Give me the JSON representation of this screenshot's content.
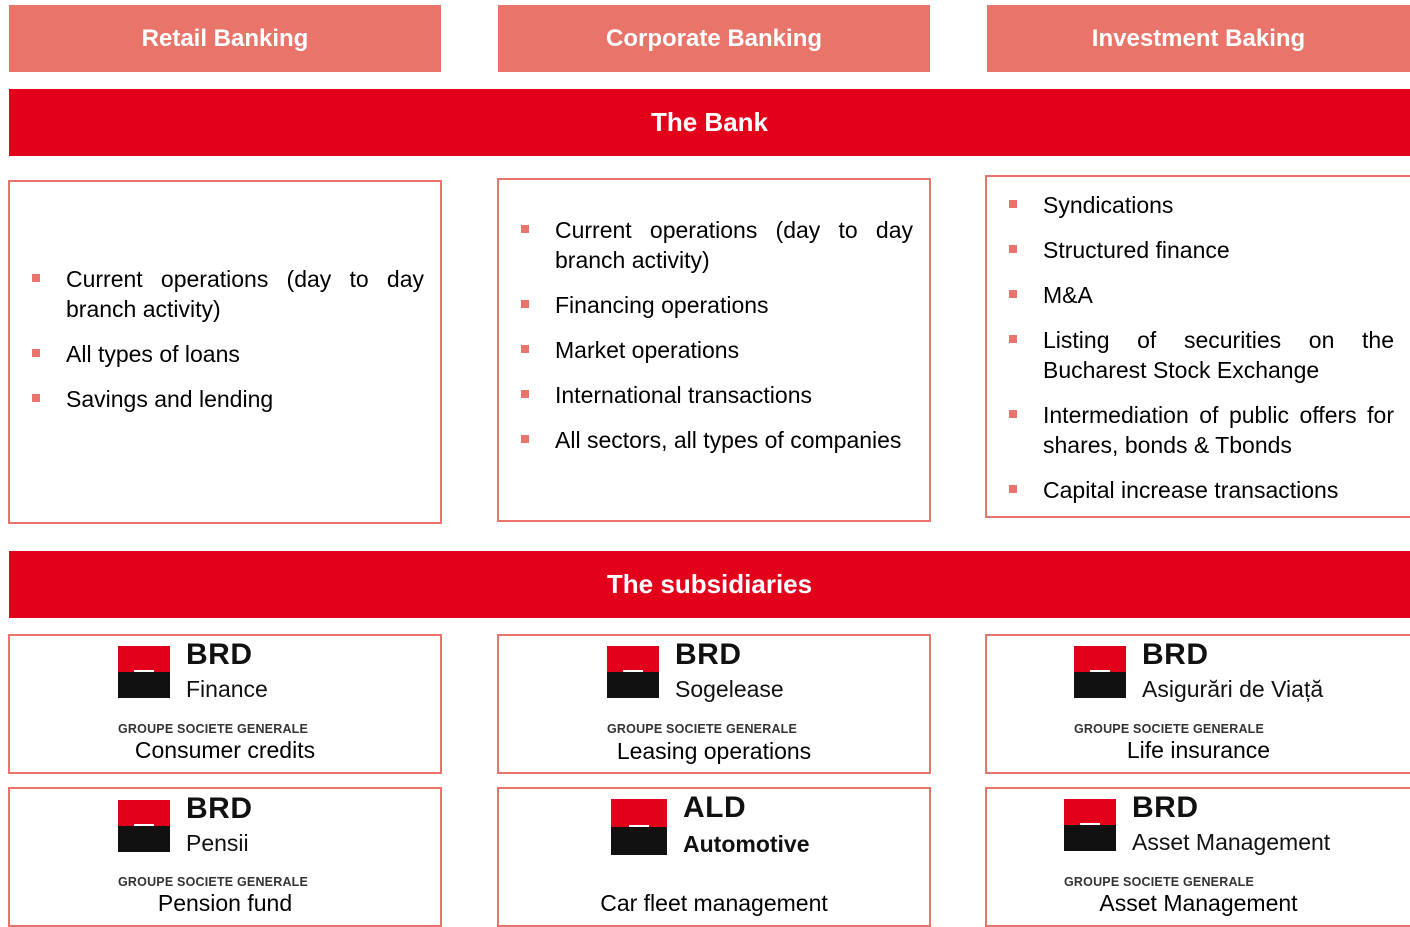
{
  "headers": {
    "retail": "Retail Banking",
    "corporate": "Corporate Banking",
    "investment": "Investment Baking"
  },
  "bank_banner": "The Bank",
  "retail_items": [
    "Current operations (day to day branch activity)",
    "All types of loans",
    "Savings and lending"
  ],
  "corporate_items": [
    "Current operations (day to day branch activity)",
    "Financing operations",
    "Market operations",
    "International transactions",
    "All sectors, all types of companies"
  ],
  "investment_items": [
    "Syndications",
    "Structured finance",
    "M&A",
    "Listing of securities on the Bucharest Stock Exchange",
    "Intermediation of public offers for shares, bonds & Tbonds",
    "Capital increase transactions"
  ],
  "subsidiaries_banner": "The subsidiaries",
  "subsidiaries": [
    {
      "brand": "BRD",
      "sub": "Finance",
      "groupe": "GROUPE SOCIETE GENERALE",
      "caption": "Consumer credits"
    },
    {
      "brand": "BRD",
      "sub": "Sogelease",
      "groupe": "GROUPE SOCIETE GENERALE",
      "caption": "Leasing operations"
    },
    {
      "brand": "BRD",
      "sub": "Asigurări de Viață",
      "groupe": "GROUPE SOCIETE GENERALE",
      "caption": "Life insurance"
    },
    {
      "brand": "BRD",
      "sub": "Pensii",
      "groupe": "GROUPE SOCIETE GENERALE",
      "caption": "Pension fund"
    },
    {
      "brand": "ALD",
      "sub": "Automotive",
      "groupe": "",
      "caption": "Car fleet management"
    },
    {
      "brand": "BRD",
      "sub": "Asset Management",
      "groupe": "GROUPE SOCIETE GENERALE",
      "caption": "Asset Management"
    }
  ],
  "colors": {
    "header_salmon": "#e8746a",
    "banner_red": "#e3001b",
    "logo_black": "#111111"
  }
}
